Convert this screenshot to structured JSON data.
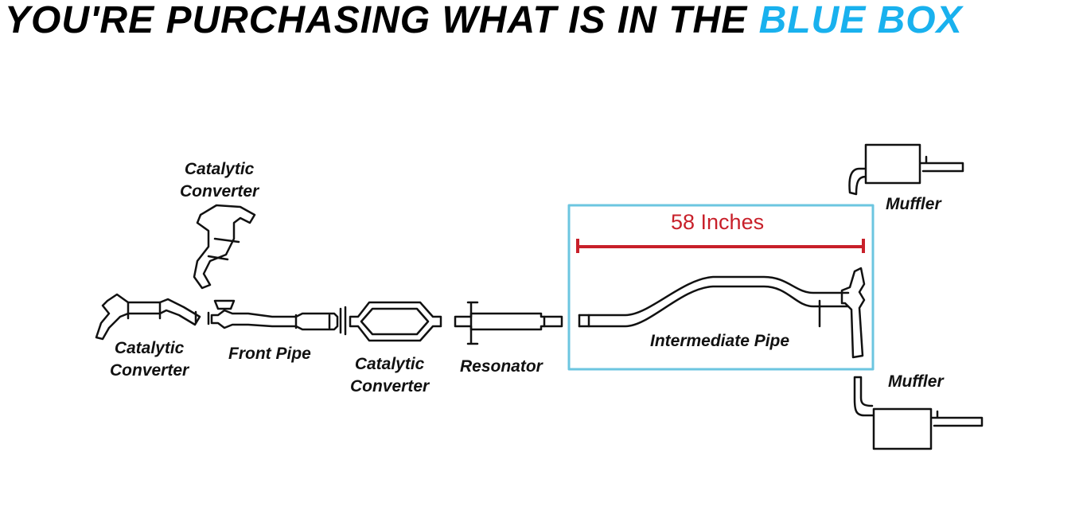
{
  "title": {
    "prefix": "YOU'RE PURCHASING WHAT IS IN THE",
    "highlight": "BLUE BOX"
  },
  "colors": {
    "highlight": "#19b1ee",
    "box": "#6cc6e0",
    "measure": "#c8202a"
  },
  "labels": {
    "cat_top": "Catalytic\nConverter",
    "cat_left": "Catalytic\nConverter",
    "front_pipe": "Front Pipe",
    "cat_mid": "Catalytic\nConverter",
    "resonator": "Resonator",
    "intermediate_pipe": "Intermediate Pipe",
    "muffler_top": "Muffler",
    "muffler_bottom": "Muffler"
  },
  "measurement": "58 Inches"
}
